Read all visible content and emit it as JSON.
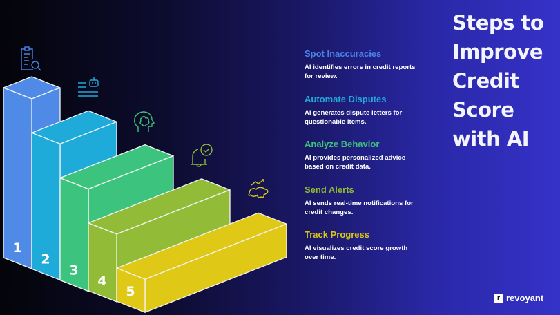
{
  "title_lines": [
    "Steps to",
    "Improve",
    "Credit",
    "Score",
    "with AI"
  ],
  "steps": [
    {
      "number": "1",
      "title": "Spot Inaccuracies",
      "description": "AI identifies errors in credit reports for review.",
      "color": "#4f8ae6",
      "text_color": "#4a82e8",
      "icon": "clipboard-search-icon"
    },
    {
      "number": "2",
      "title": "Automate Disputes",
      "description": "AI generates dispute letters for questionable items.",
      "color": "#1fabd9",
      "text_color": "#22a8da",
      "icon": "robot-document-icon"
    },
    {
      "number": "3",
      "title": "Analyze Behavior",
      "description": "AI provides personalized advice based on credit data.",
      "color": "#3cc47f",
      "text_color": "#3cc47a",
      "icon": "brain-head-icon"
    },
    {
      "number": "4",
      "title": "Send Alerts",
      "description": "AI sends real-time notifications for credit changes.",
      "color": "#92bb38",
      "text_color": "#8fbb35",
      "icon": "bell-check-icon"
    },
    {
      "number": "5",
      "title": "Track Progress",
      "description": "AI visualizes credit score growth over time.",
      "color": "#dfc916",
      "text_color": "#d9c718",
      "icon": "growth-chart-icon"
    }
  ],
  "logo": {
    "mark": "r",
    "text": "revoyant"
  }
}
